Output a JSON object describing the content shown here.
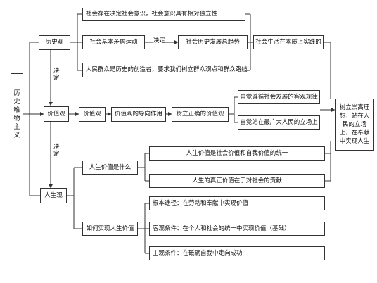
{
  "root": "历史唯物主义",
  "level1": {
    "history": "历史观",
    "value": "价值观",
    "life": "人生观"
  },
  "edge_labels": {
    "decide_1": "决定",
    "decide_2": "决定",
    "decide_mid": "决定"
  },
  "history_items": {
    "item1": "社会存在决定社会意识，社会意识具有相对独立性",
    "item2": "社会基本矛盾运动",
    "item3": "社会历史发展总趋势",
    "item4": "人民群众是历史的创造者，要求我们树立群众观点和群众路线",
    "result": "社会生活在本质上实践的"
  },
  "value_items": {
    "item1": "价值观",
    "item2": "价值观的导向作用",
    "item3": "树立正确的价值观",
    "sub1": "自觉遵循社会发展的客观规律",
    "sub2": "自觉站在最广大人民的立场上"
  },
  "life_items": {
    "what": "人生价值是什么",
    "what1": "人生价值是社会价值和自我价值的统一",
    "what2": "人生的真正价值在于对社会的贡献",
    "how": "如何实现人生价值",
    "how1": "根本途径：在劳动和奉献中实现价值",
    "how2": "客观条件：在个人和社会的统一中实现价值（基础）",
    "how3": "主观条件：在砥砺自我中走向成功"
  },
  "conclusion": "树立崇高理想，站在人民的立场上，在奉献中实现人生"
}
